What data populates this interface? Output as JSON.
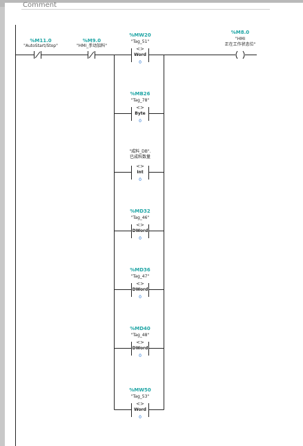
{
  "network": {
    "comment_label": "Comment"
  },
  "contacts": [
    {
      "address": "%M11.0",
      "tag": "\"AutoStart/Stop\"",
      "kind": "normally-closed"
    },
    {
      "address": "%M9.0",
      "tag": "\"HMI_手动加料\"",
      "kind": "normally-closed"
    }
  ],
  "comparators": [
    {
      "address": "%MW20",
      "tag": "\"Tag_51\"",
      "op": "<>",
      "dtype": "Word",
      "value": "0"
    },
    {
      "address": "%MB26",
      "tag": "\"Tag_78\"",
      "op": "<>",
      "dtype": "Byte",
      "value": "0"
    },
    {
      "address": "",
      "tag": "\"成料_DB\".",
      "tag2": "已成料数量",
      "op": "<>",
      "dtype": "Int",
      "value": "0"
    },
    {
      "address": "%MD32",
      "tag": "\"Tag_46\"",
      "op": "<>",
      "dtype": "DWord",
      "value": "0"
    },
    {
      "address": "%MD36",
      "tag": "\"Tag_47\"",
      "op": "<>",
      "dtype": "DWord",
      "value": "0"
    },
    {
      "address": "%MD40",
      "tag": "\"Tag_48\"",
      "op": "<>",
      "dtype": "DWord",
      "value": "0"
    },
    {
      "address": "%MW50",
      "tag": "\"Tag_53\"",
      "op": "<>",
      "dtype": "Word",
      "value": "0"
    }
  ],
  "coil": {
    "address": "%M8.0",
    "tag": "\"HMI",
    "tag2": "正在工作状态位\"",
    "kind": "coil"
  }
}
